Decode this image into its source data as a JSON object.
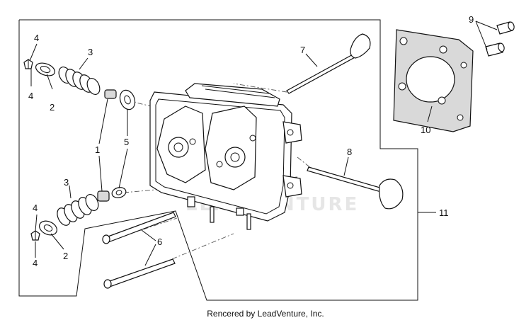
{
  "watermark": "LEADVENTURE",
  "footer": "Rencered by LeadVenture, Inc.",
  "labels": {
    "l4a": "4",
    "l4b": "4",
    "l2a": "2",
    "l3a": "3",
    "l1": "1",
    "l5": "5",
    "l3b": "3",
    "l4c": "4",
    "l4d": "4",
    "l2b": "2",
    "l6": "6",
    "l7": "7",
    "l8": "8",
    "l9": "9",
    "l10": "10",
    "l11": "11"
  }
}
